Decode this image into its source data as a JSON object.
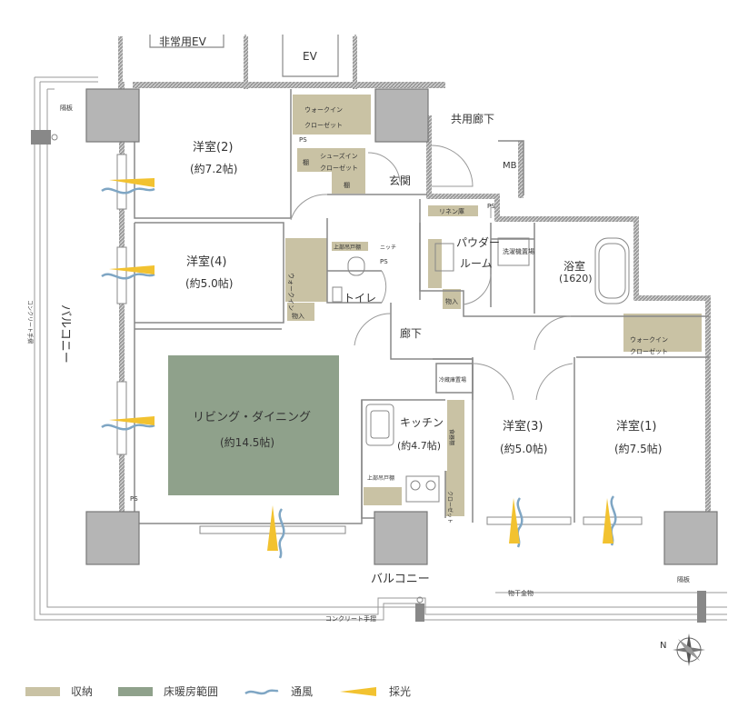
{
  "labels": {
    "emergency_ev": "非常用EV",
    "ev": "EV",
    "partition": "隔板",
    "common_corridor": "共用廊下",
    "mb": "MB",
    "bedroom2": "洋室(2)",
    "bedroom2_size": "(約7.2帖)",
    "bedroom4": "洋室(4)",
    "bedroom4_size": "(約5.0帖)",
    "bedroom3": "洋室(3)",
    "bedroom3_size": "(約5.0帖)",
    "bedroom1": "洋室(1)",
    "bedroom1_size": "(約7.5帖)",
    "living": "リビング・ダイニング",
    "living_size": "(約14.5帖)",
    "kitchen": "キッチン",
    "kitchen_size": "(約4.7帖)",
    "entrance": "玄関",
    "walk_in_closet": "ウォークイン",
    "closet": "クローゼット",
    "shoes_in": "シューズイン",
    "shelf": "棚",
    "ps": "PS",
    "linen": "リネン庫",
    "powder_room_1": "パウダー",
    "powder_room_2": "ルーム",
    "washer": "洗濯機置場",
    "bath": "浴室",
    "bath_size": "(1620)",
    "toilet": "トイレ",
    "corridor": "廊下",
    "storage": "物入",
    "upper_cabinet": "上部吊戸棚",
    "niche": "ニッチ",
    "fridge": "冷蔵庫置場",
    "cupboard": "食器棚",
    "balcony_side": "バルコニー",
    "balcony_bottom": "バルコニー",
    "concrete_rail": "コンクリート手摺",
    "laundry_hardware": "物干金物",
    "compass_n": "N"
  },
  "legend": [
    {
      "label": "収納",
      "color": "#c9c2a4"
    },
    {
      "label": "床暖房範囲",
      "color": "#8fa18b"
    },
    {
      "label": "通風",
      "icon": "wind-icon",
      "color": "#7fa6c4"
    },
    {
      "label": "採光",
      "icon": "sunlight-icon",
      "color": "#f2c230"
    }
  ],
  "colors": {
    "storage": "#c9c2a4",
    "floor_heating": "#8fa18b",
    "column": "#b5b5b5",
    "wall": "#8a8a8a",
    "wind": "#7fa6c4",
    "light": "#f2c230"
  }
}
